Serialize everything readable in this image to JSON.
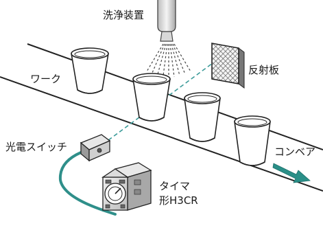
{
  "labels": {
    "washer": "洗浄装置",
    "reflector": "反射板",
    "workpiece": "ワーク",
    "photo_switch": "光電スイッチ",
    "conveyor": "コンベア",
    "timer_line1": "タイマ",
    "timer_line2": "形H3CR"
  },
  "colors": {
    "beam": "#3a9a98",
    "cable": "#2f8f8a",
    "arrow": "#2a8f88",
    "line": "#222222"
  }
}
